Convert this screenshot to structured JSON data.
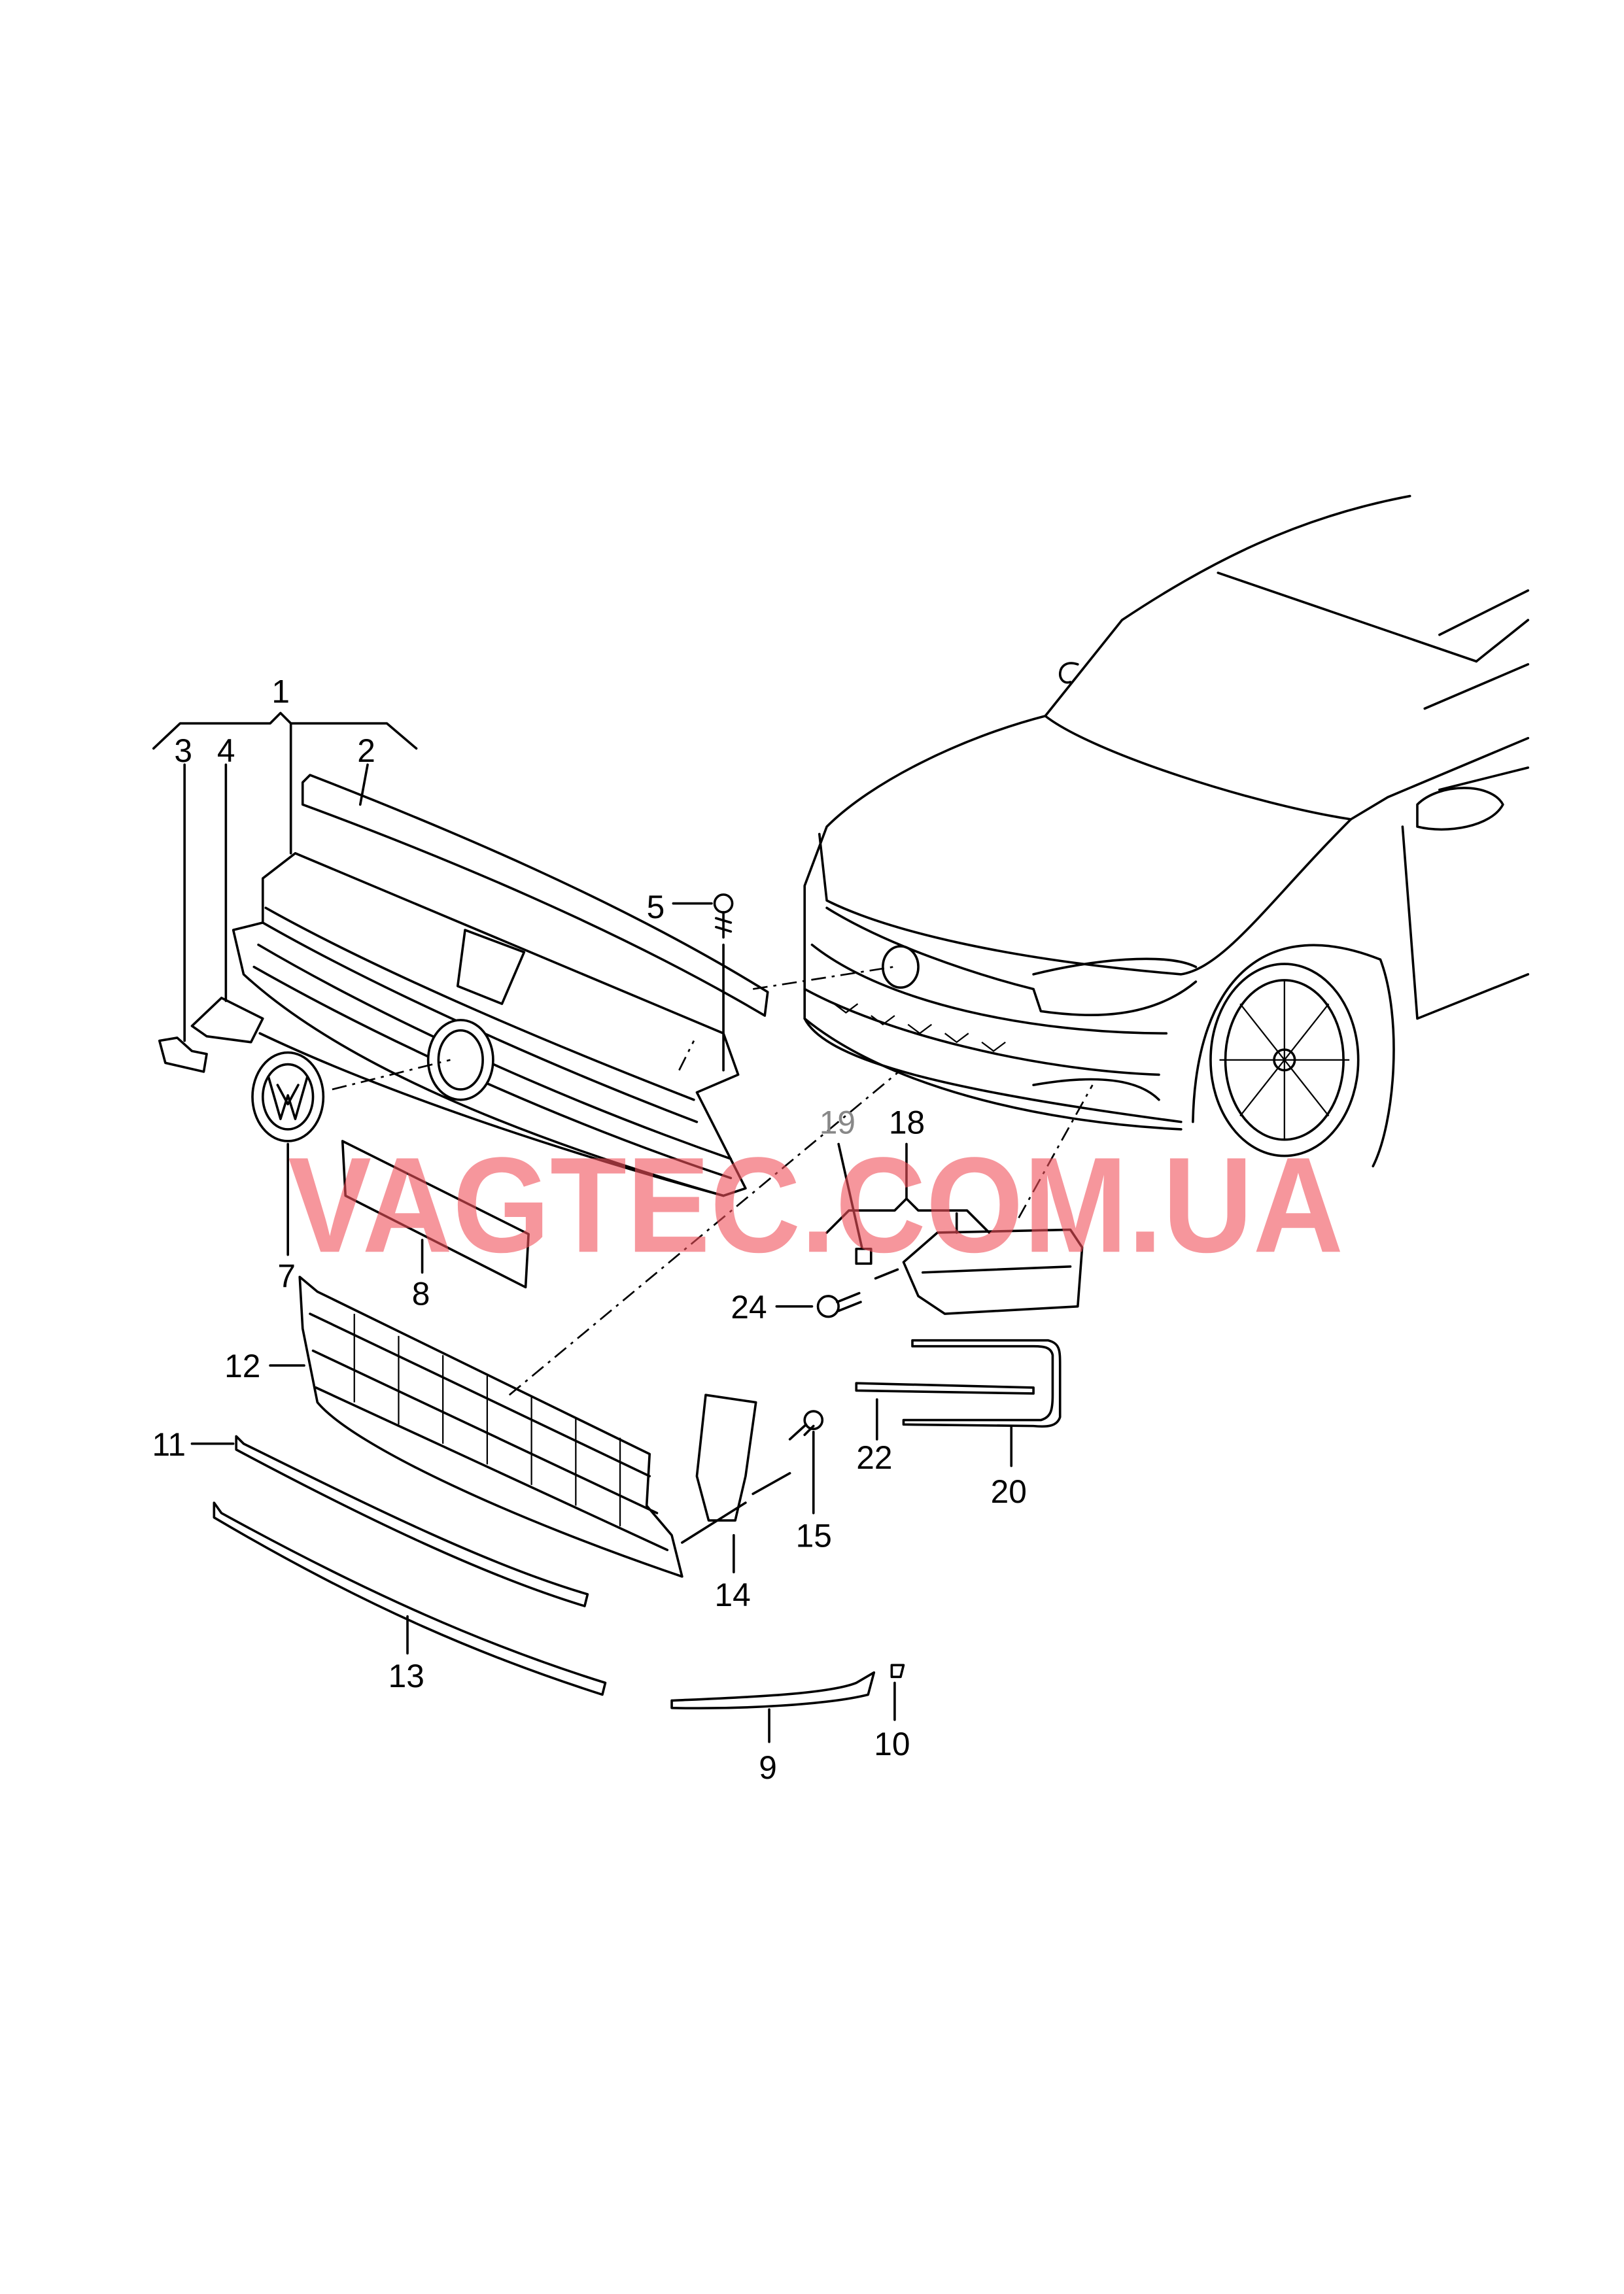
{
  "watermark": "VAGTEC.COM.UA",
  "callouts": {
    "c1": "1",
    "c2": "2",
    "c3": "3",
    "c4": "4",
    "c5": "5",
    "c7": "7",
    "c8": "8",
    "c9": "9",
    "c10": "10",
    "c11": "11",
    "c12": "12",
    "c13": "13",
    "c14": "14",
    "c15": "15",
    "c18": "18",
    "c19": "19",
    "c20": "20",
    "c22": "22",
    "c24": "24"
  }
}
